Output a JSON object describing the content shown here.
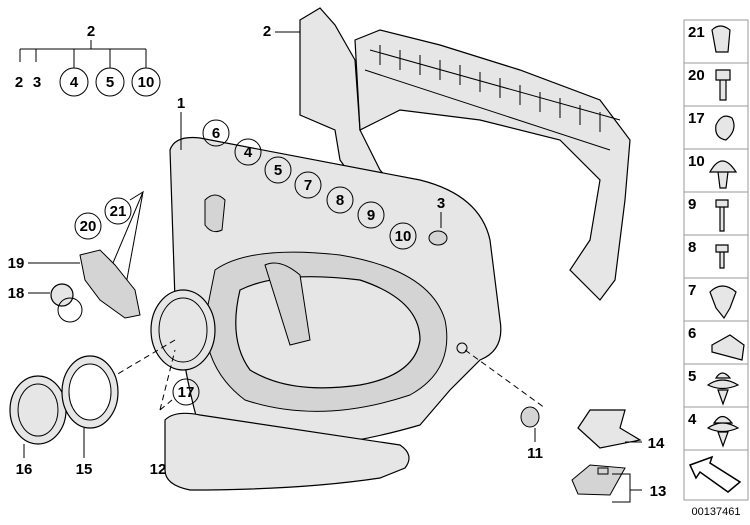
{
  "diagram": {
    "tree": {
      "top": "2",
      "plain": [
        "2",
        "3"
      ],
      "circled": [
        "4",
        "5",
        "10"
      ]
    },
    "callouts": {
      "upper_carrier": "2",
      "door_panel": "1",
      "grommet": "3",
      "screw_20": "20",
      "clip_21": "21",
      "holder": "19",
      "grille": "18",
      "clip_17": "17",
      "trim_ring_16": "16",
      "trim_ring_15": "15",
      "armrest_cover": "12",
      "cap": "11",
      "handle_14": "14",
      "lamp_13": "13"
    },
    "circled_sequence": [
      "6",
      "4",
      "5",
      "7",
      "8",
      "9",
      "10"
    ],
    "legend_column": [
      {
        "num": "21",
        "icon": "expanding-nut-icon"
      },
      {
        "num": "20",
        "icon": "hex-screw-icon"
      },
      {
        "num": "17",
        "icon": "clip-icon"
      },
      {
        "num": "10",
        "icon": "mushroom-plug-icon"
      },
      {
        "num": "9",
        "icon": "long-screw-icon"
      },
      {
        "num": "8",
        "icon": "short-screw-icon"
      },
      {
        "num": "7",
        "icon": "spreading-rivet-icon"
      },
      {
        "num": "6",
        "icon": "bracket-clip-icon"
      },
      {
        "num": "5",
        "icon": "expanding-rivet-icon"
      },
      {
        "num": "4",
        "icon": "plug-rivet-icon"
      }
    ],
    "direction_icon": "arrow-icon",
    "image_id": "00137461"
  }
}
